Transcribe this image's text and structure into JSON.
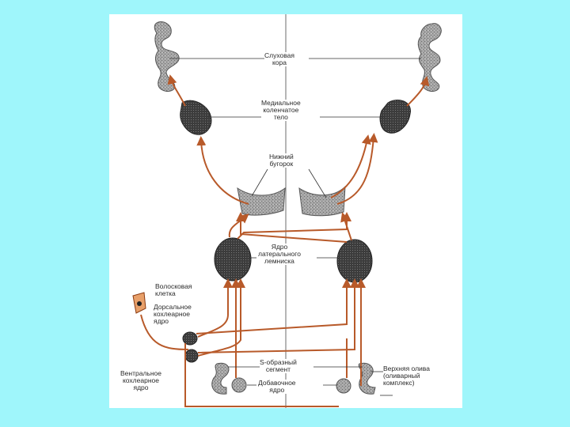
{
  "labels": {
    "auditory_cortex": [
      "Слуховая",
      "кора"
    ],
    "medial_geniculate": [
      "Медиальное",
      "коленчатое",
      "тело"
    ],
    "inferior_colliculus": [
      "Нижний",
      "бугорок"
    ],
    "lateral_lemniscus": [
      "Ядро",
      "латерального",
      "лемниска"
    ],
    "hair_cell": [
      "Волосковая",
      "клетка"
    ],
    "dorsal_cochlear": [
      "Дорсальное",
      "кохлеарное",
      "ядро"
    ],
    "ventral_cochlear": [
      "Вентральное",
      "кохлеарное",
      "ядро"
    ],
    "s_segment": [
      "S-образный",
      "сегмент"
    ],
    "accessory_nucleus": [
      "Добавочное",
      "ядро"
    ],
    "superior_olive": [
      "Верхняя олива",
      "(оливарный",
      "комплекс)"
    ]
  },
  "colors": {
    "background": "#9ff6fb",
    "panel": "#ffffff",
    "pathway": "#b85a2a",
    "nucleus": "#3a3a3a",
    "tissue": "#9a9a9a"
  }
}
